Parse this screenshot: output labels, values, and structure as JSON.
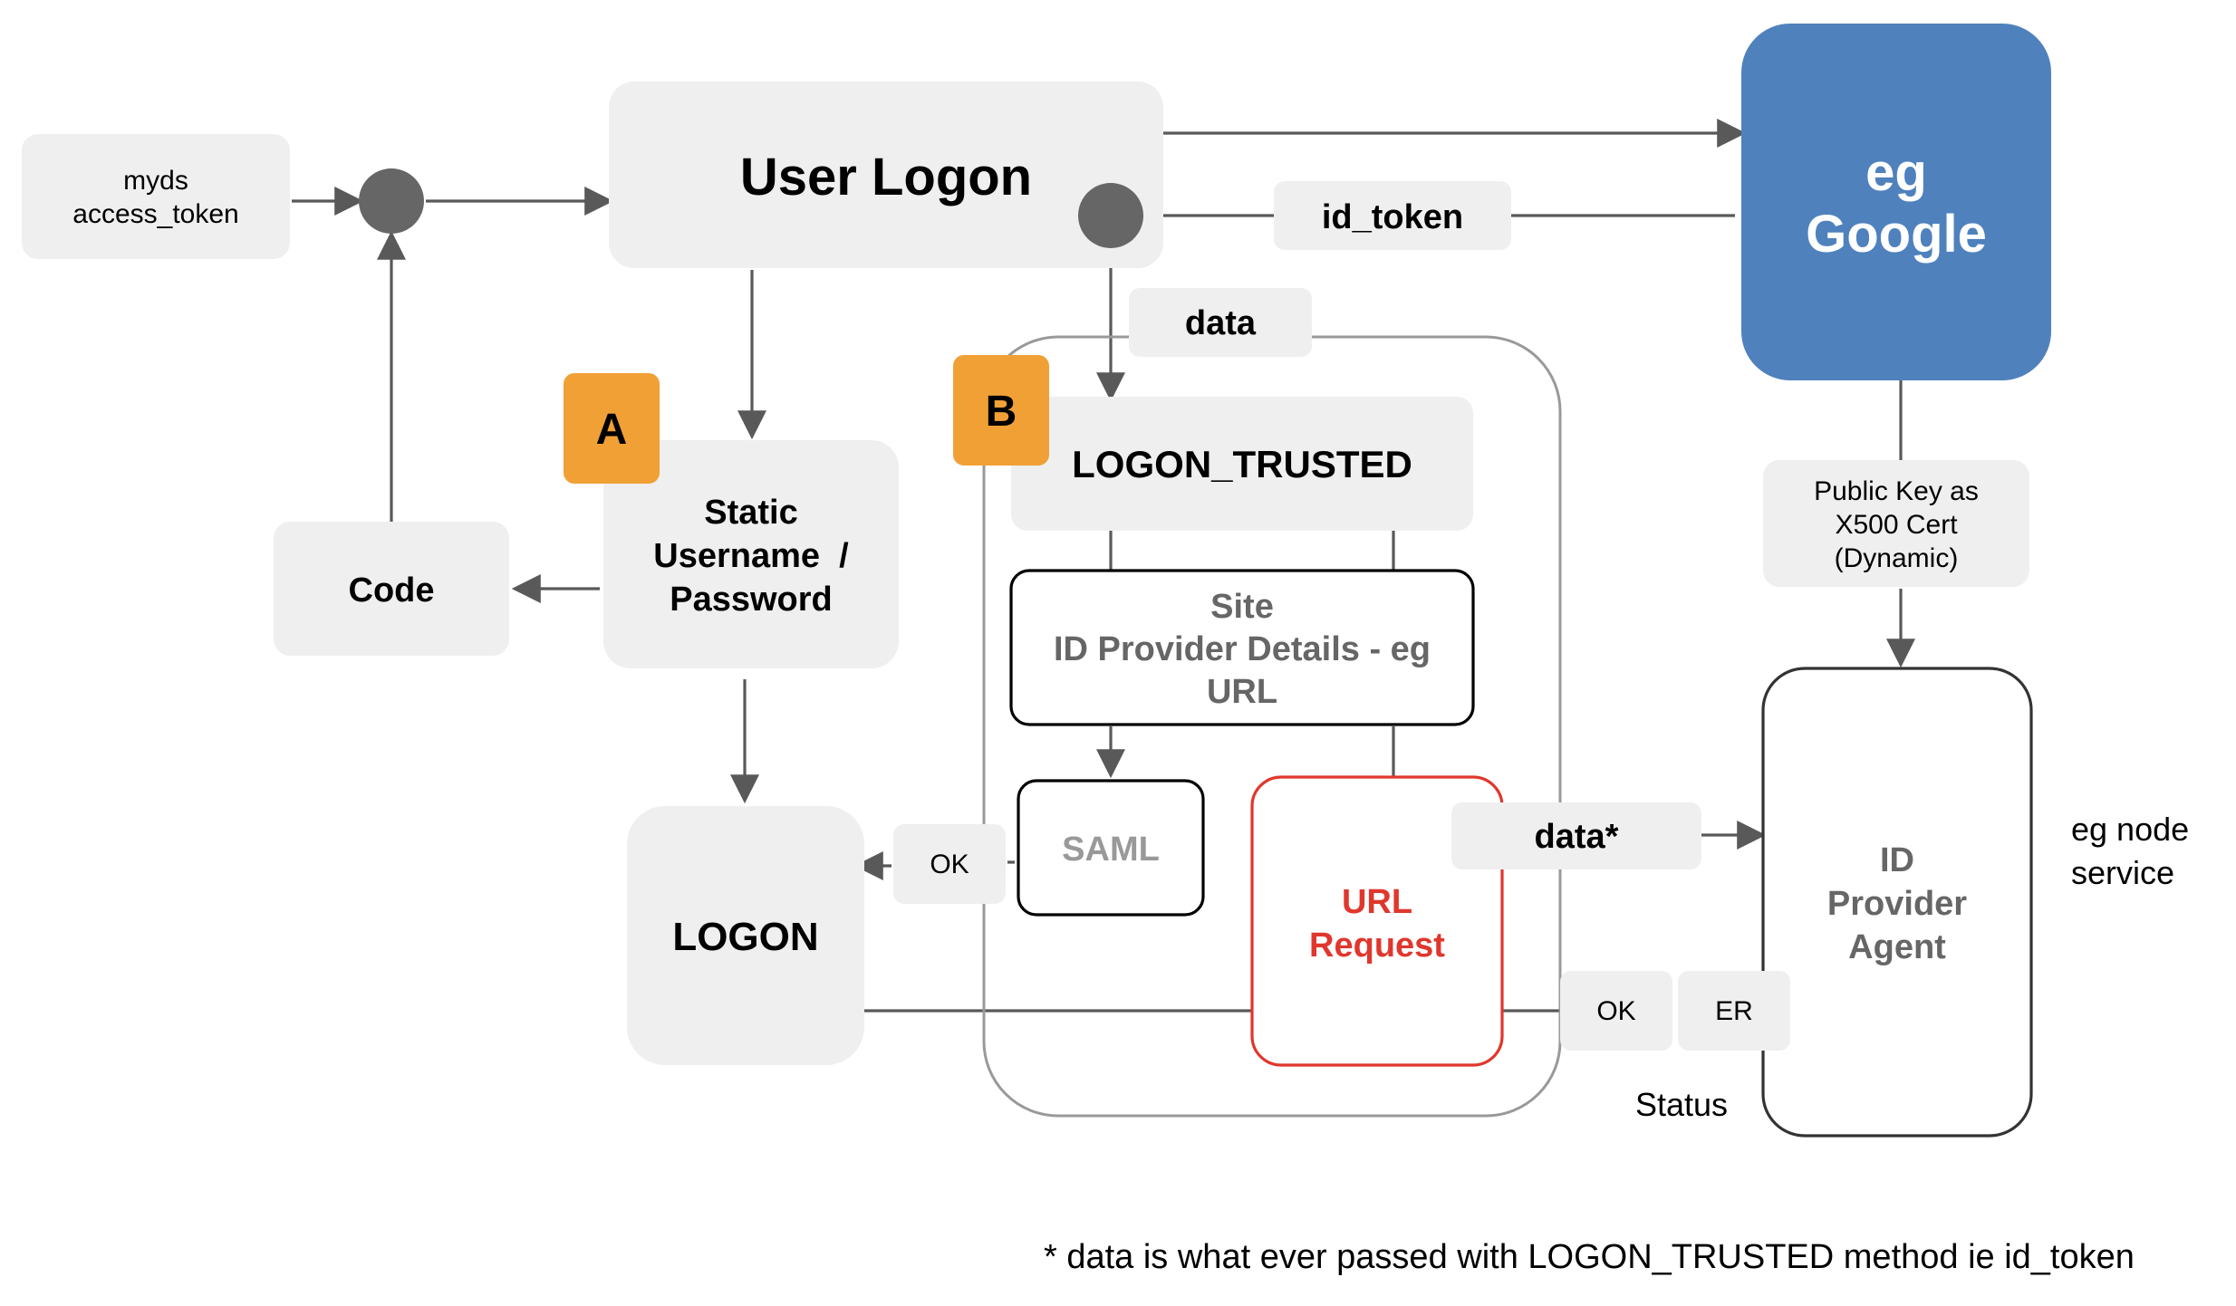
{
  "nodes": {
    "myds": [
      "myds",
      "access_token"
    ],
    "user_logon": "User Logon",
    "id_token": "id_token",
    "google": [
      "eg",
      "Google"
    ],
    "data_top": "data",
    "badge_a": "A",
    "badge_b": "B",
    "logon_trusted": "LOGON_TRUSTED",
    "static": [
      "Static",
      "Username  /",
      "Password"
    ],
    "code": "Code",
    "public_key": [
      "Public Key as",
      "X500 Cert",
      "(Dynamic)"
    ],
    "site": [
      "Site",
      "ID Provider Details - eg",
      "URL"
    ],
    "saml": "SAML",
    "url_request": [
      "URL",
      "Request"
    ],
    "data_star": "data*",
    "ok_left": "OK",
    "logon": "LOGON",
    "id_provider": [
      "ID",
      "Provider",
      "Agent"
    ],
    "eg_node": [
      "eg node",
      "service"
    ],
    "ok_status": "OK",
    "er_status": "ER",
    "status": "Status"
  },
  "footnote": "* data is what ever passed with LOGON_TRUSTED method ie id_token",
  "colors": {
    "node": "#efefef",
    "line": "#595959",
    "google": "#4f81bd",
    "badge": "#f0a035",
    "url_request": "#e0372d"
  }
}
